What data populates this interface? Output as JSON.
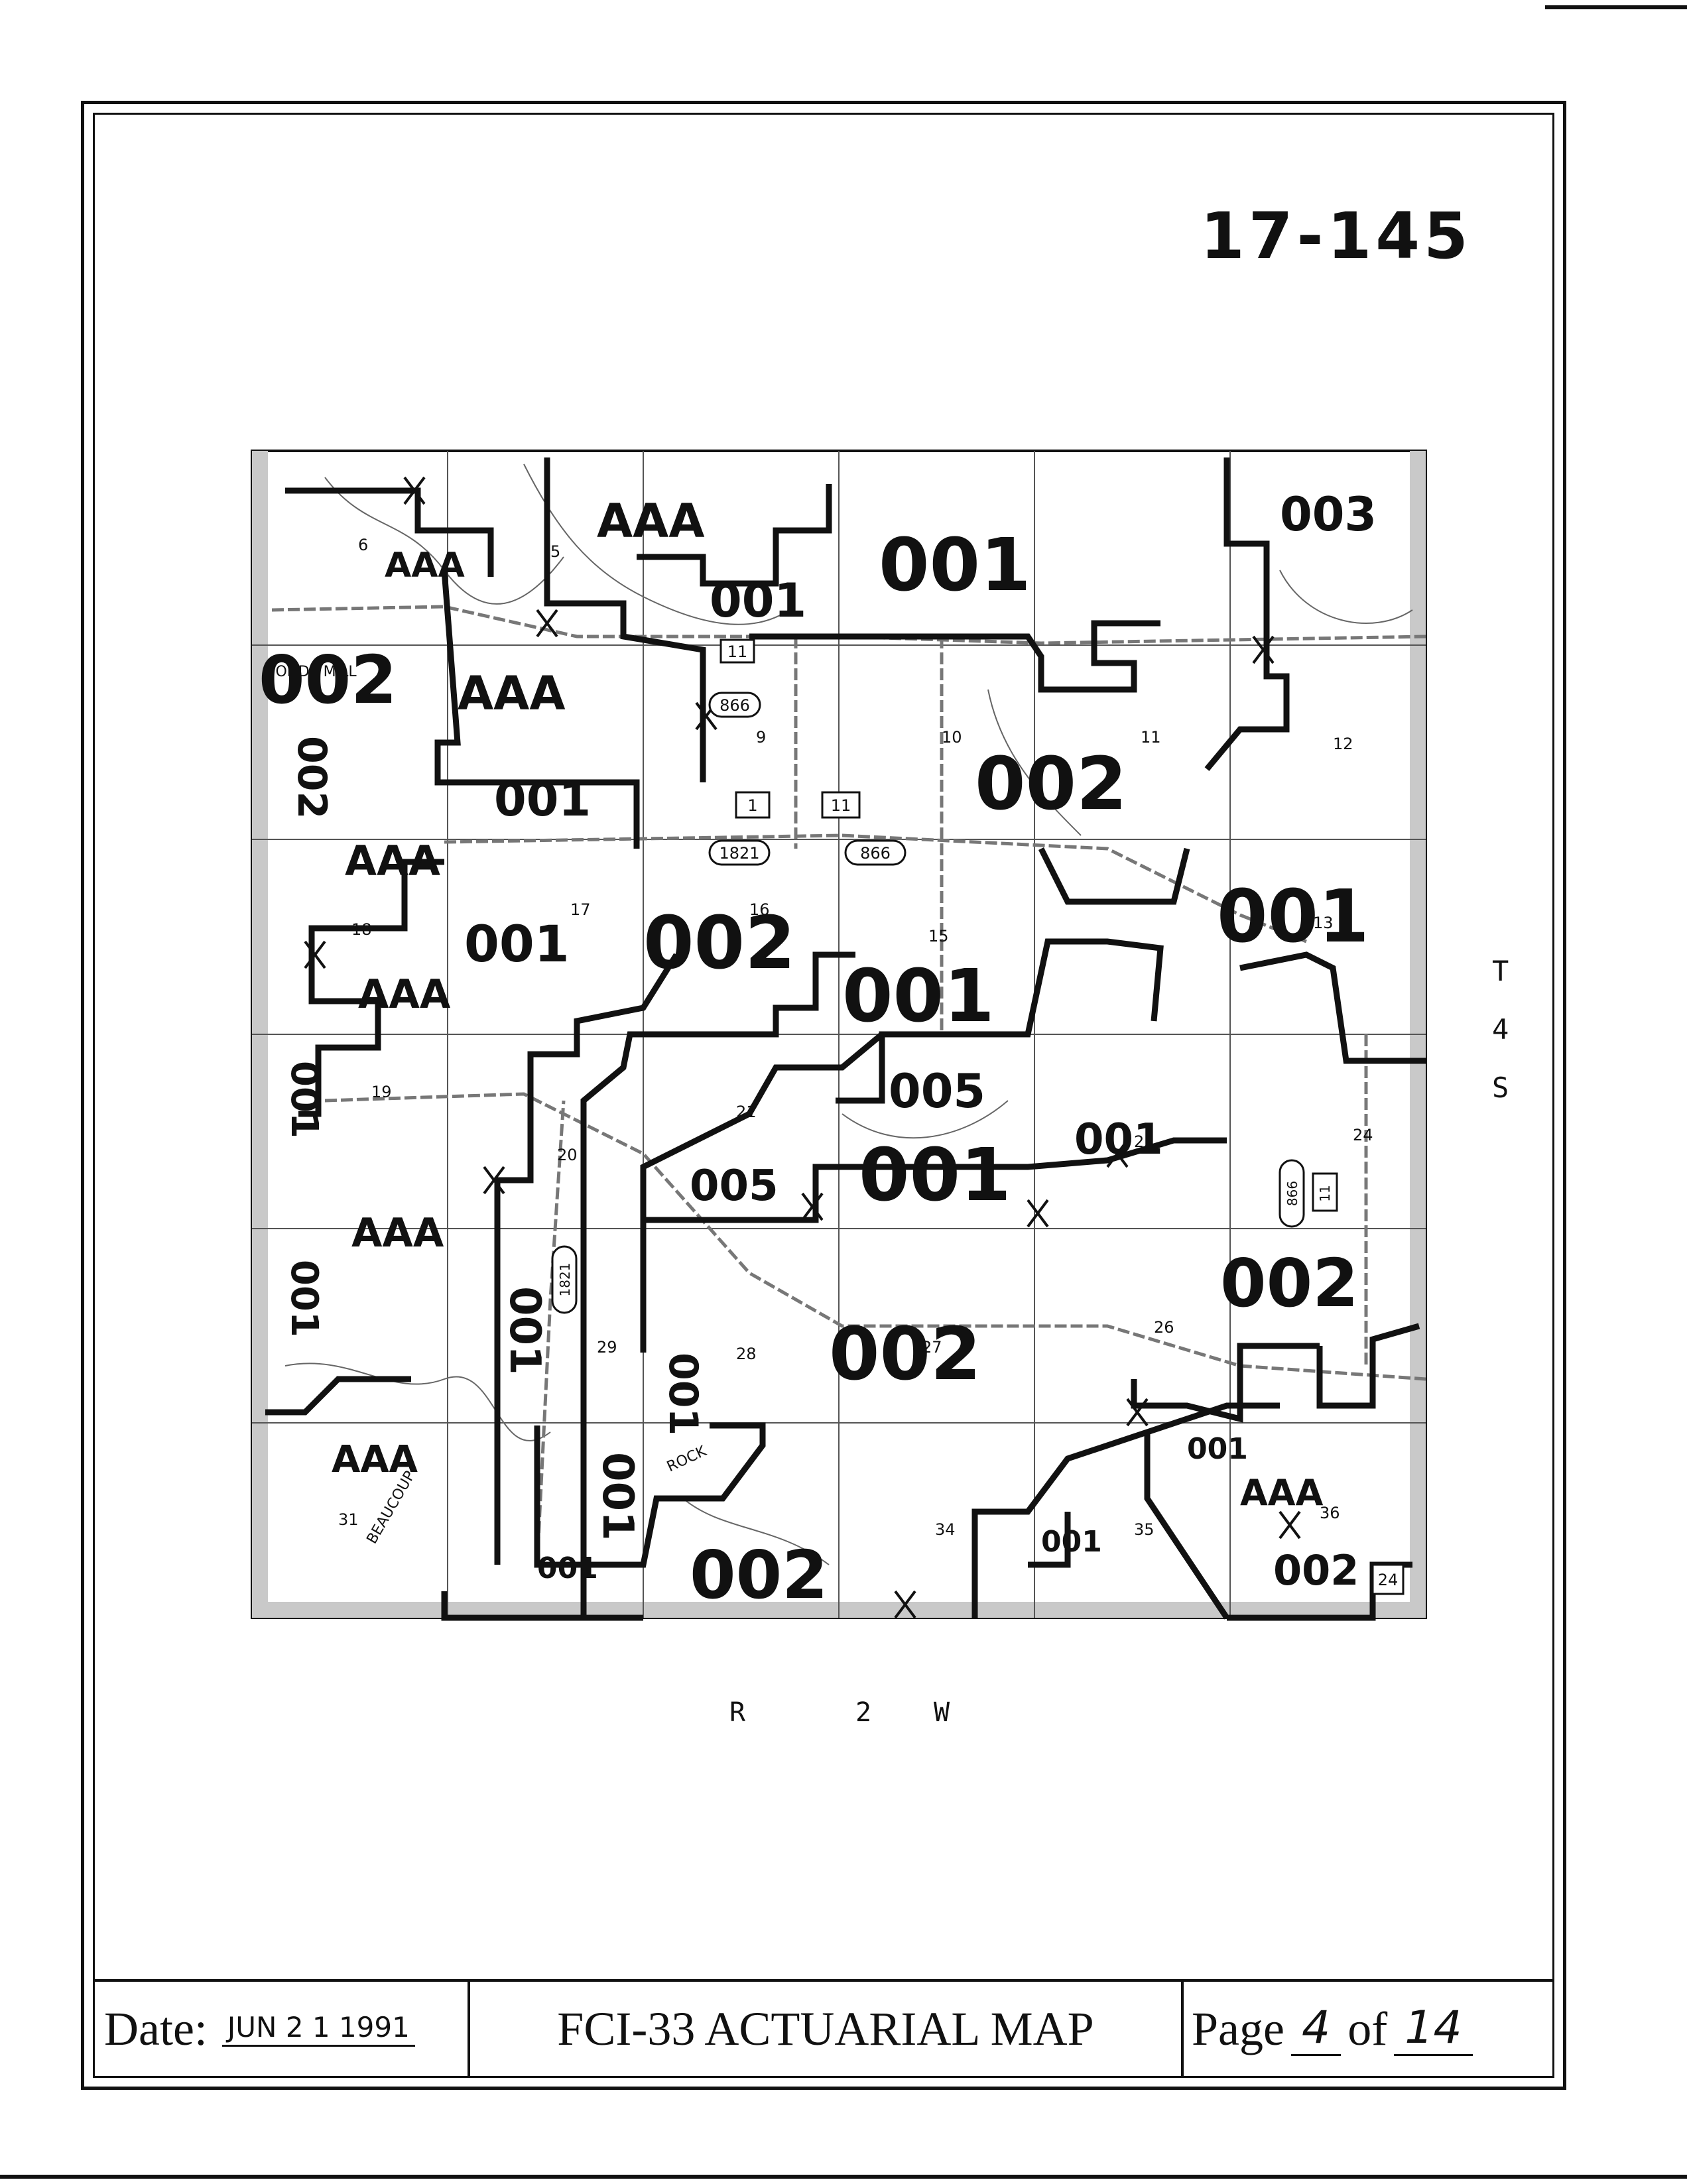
{
  "map_number": "17-145",
  "margin_labels": {
    "township_t": "T",
    "township_n": "4",
    "township_s": "S",
    "range_r": "R",
    "range_n": "2",
    "range_w": "W"
  },
  "footer": {
    "date_label": "Date:",
    "date_value": "JUN 2 1 1991",
    "title": "FCI-33 ACTUARIAL MAP",
    "page_label": "Page",
    "page_number": "4",
    "of_label": "of",
    "page_total": "14"
  },
  "map": {
    "section_numbers": [
      "6",
      "5",
      "10",
      "11",
      "12",
      "9",
      "16",
      "17",
      "18",
      "15",
      "13",
      "19",
      "20",
      "21",
      "23",
      "24",
      "26",
      "27",
      "28",
      "29",
      "31",
      "34",
      "35",
      "36"
    ],
    "zone_codes": [
      "AAA",
      "AAA",
      "001",
      "001",
      "003",
      "002",
      "AAA",
      "002",
      "001",
      "002",
      "AAA",
      "001",
      "001",
      "002",
      "001",
      "001",
      "005",
      "001",
      "AAA",
      "005",
      "001",
      "002",
      "001",
      "001",
      "002",
      "001",
      "001",
      "AAA",
      "AAA",
      "002",
      "001",
      "001",
      "002",
      "AAA",
      "001"
    ],
    "route_shields": [
      "866",
      "1821",
      "866",
      "1821",
      "866",
      "11",
      "1",
      "11",
      "11",
      "24"
    ],
    "place_labels": [
      "TODDS MILL",
      "BEAUCOUP",
      "ROCK"
    ]
  }
}
